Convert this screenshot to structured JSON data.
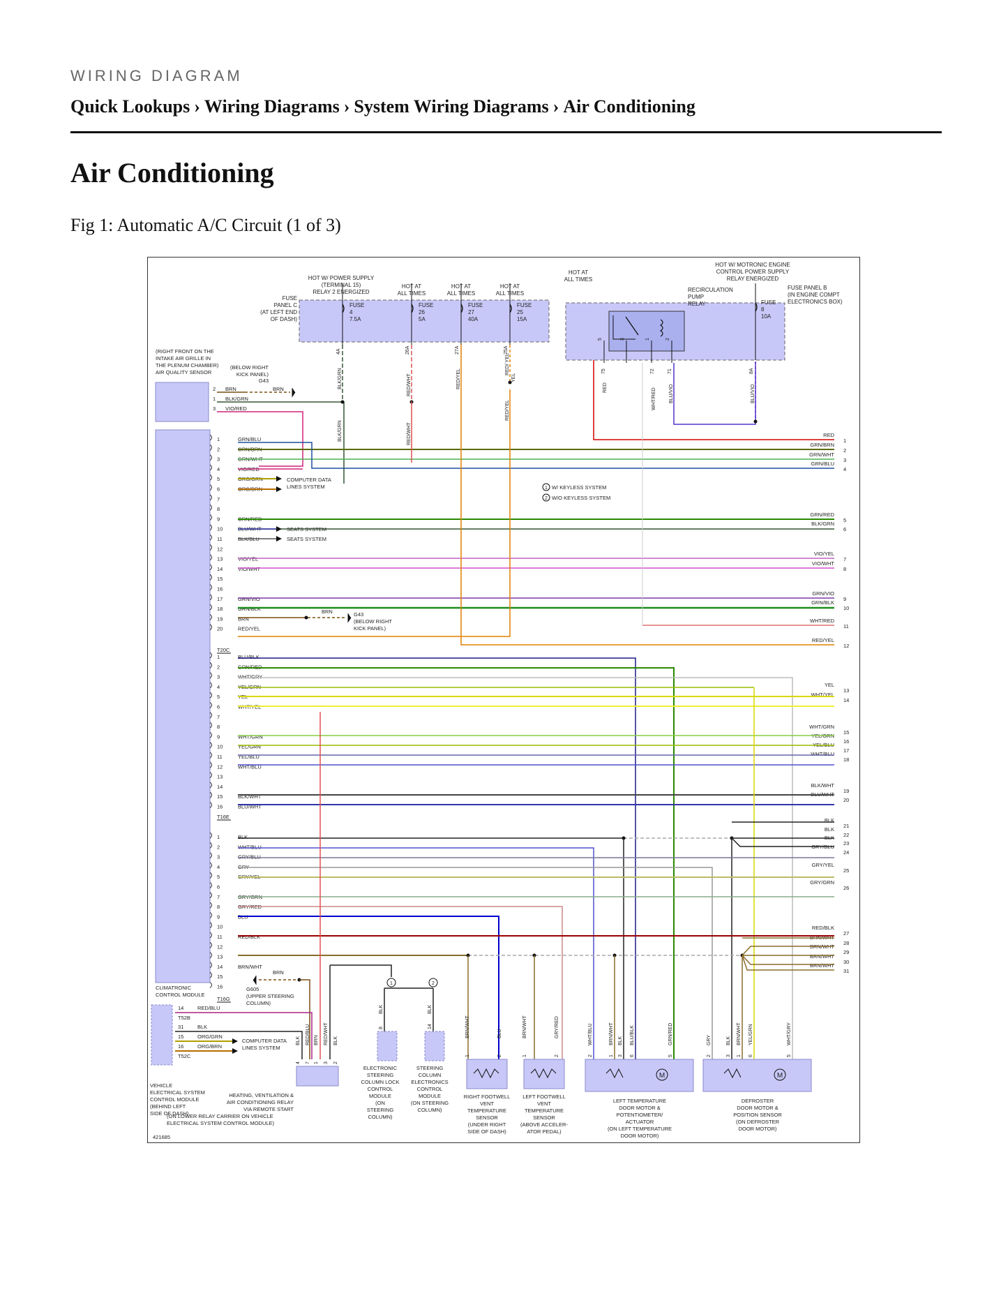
{
  "header": {
    "label": "WIRING DIAGRAM"
  },
  "breadcrumb": [
    {
      "label": "Quick Lookups"
    },
    {
      "label": "Wiring Diagrams"
    },
    {
      "label": "System Wiring Diagrams"
    },
    {
      "label": "Air Conditioning"
    }
  ],
  "breadcrumb_separator": "›",
  "page_title": "Air Conditioning",
  "figure_caption": "Fig 1: Automatic A/C Circuit (1 of 3)",
  "diagram": {
    "id_number": "421685",
    "top_labels": [
      "HOT W/ POWER SUPPLY",
      "(TERMINAL 15)",
      "RELAY 2 ENERGIZED",
      "HOT AT",
      "ALL TIMES",
      "HOT AT",
      "ALL TIMES",
      "HOT AT",
      "ALL TIMES",
      "HOT AT",
      "ALL TIMES",
      "HOT W/ MOTRONIC ENGINE",
      "CONTROL POWER SUPPLY",
      "RELAY ENERGIZED"
    ],
    "fuse_panel_c": [
      "FUSE",
      "PANEL C",
      "(AT LEFT END",
      "OF DASH)"
    ],
    "fuse_panel_b": [
      "FUSE PANEL B",
      "(IN ENGINE COMPT",
      "ELECTRONICS BOX)"
    ],
    "fuses": [
      {
        "name": "FUSE",
        "num": "4",
        "amp": "7.5A"
      },
      {
        "name": "FUSE",
        "num": "26",
        "amp": "5A"
      },
      {
        "name": "FUSE",
        "num": "27",
        "amp": "40A"
      },
      {
        "name": "FUSE",
        "num": "25",
        "amp": "15A"
      },
      {
        "name": "FUSE",
        "num": "8",
        "amp": "10A"
      }
    ],
    "relay": [
      "RECIRCULATION",
      "PUMP",
      "RELAY"
    ],
    "relay_pins": [
      "5",
      "3",
      "1",
      "2"
    ],
    "fuse_c_pins": [
      "4A",
      "26A",
      "27A",
      "25A"
    ],
    "fuse_b_pins": [
      "75",
      "72",
      "71",
      "8A"
    ],
    "top_wire_colors": [
      "BLK/GRN",
      "RED/WHT",
      "RED/YEL",
      "RED/ YEL",
      "BLK/GRN",
      "RED/WHT",
      "RED/YEL",
      "RED",
      "WHT/RED",
      "BLU/VIO",
      "BLU/VIO"
    ],
    "sensor_label": [
      "(RIGHT FRONT ON THE",
      "INTAKE AIR GRILLE IN",
      "THE PLENUM CHAMBER)",
      "AIR QUALITY SENSOR"
    ],
    "sensor_pins": [
      {
        "pin": "2",
        "color": "BRN"
      },
      {
        "pin": "1",
        "color": "BLK/GRN"
      },
      {
        "pin": "3",
        "color": "VIO/RED"
      }
    ],
    "ground_top": [
      "(BELOW RIGHT",
      "KICK PANEL)",
      "G43",
      "BRN"
    ],
    "keyless_notes": [
      "W/ KEYLESS SYSTEM",
      "W/O KEYLESS SYSTEM"
    ],
    "module_rows_a": [
      {
        "pin": "1",
        "color": "GRN/BLU"
      },
      {
        "pin": "2",
        "color": "GRN/BRN"
      },
      {
        "pin": "3",
        "color": "GRN/WHT"
      },
      {
        "pin": "4",
        "color": "VIO/RED"
      },
      {
        "pin": "5",
        "color": "ORG/GRN"
      },
      {
        "pin": "6",
        "color": "ORG/BRN"
      },
      {
        "pin": "7",
        "color": ""
      },
      {
        "pin": "8",
        "color": ""
      },
      {
        "pin": "9",
        "color": "GRN/RED"
      },
      {
        "pin": "10",
        "color": "BLU/WHT"
      },
      {
        "pin": "11",
        "color": "BLK/BLU"
      },
      {
        "pin": "12",
        "color": ""
      },
      {
        "pin": "13",
        "color": "VIO/YEL"
      },
      {
        "pin": "14",
        "color": "VIO/WHT"
      },
      {
        "pin": "15",
        "color": ""
      },
      {
        "pin": "16",
        "color": ""
      },
      {
        "pin": "17",
        "color": "GRN/VIO"
      },
      {
        "pin": "18",
        "color": "GRN/BLK"
      },
      {
        "pin": "19",
        "color": "BRN"
      },
      {
        "pin": "20",
        "color": "RED/YEL"
      }
    ],
    "connector_a": "T20C",
    "module_rows_b": [
      {
        "pin": "1",
        "color": "BLU/BLK"
      },
      {
        "pin": "2",
        "color": "GRN/RED"
      },
      {
        "pin": "3",
        "color": "WHT/GRY"
      },
      {
        "pin": "4",
        "color": "YEL/GRN"
      },
      {
        "pin": "5",
        "color": "YEL"
      },
      {
        "pin": "6",
        "color": "WHT/YEL"
      },
      {
        "pin": "7",
        "color": ""
      },
      {
        "pin": "8",
        "color": ""
      },
      {
        "pin": "9",
        "color": "WHT/GRN"
      },
      {
        "pin": "10",
        "color": "YEL/GRN"
      },
      {
        "pin": "11",
        "color": "YEL/BLU"
      },
      {
        "pin": "12",
        "color": "WHT/BLU"
      },
      {
        "pin": "13",
        "color": ""
      },
      {
        "pin": "14",
        "color": ""
      },
      {
        "pin": "15",
        "color": "BLK/WHT"
      },
      {
        "pin": "16",
        "color": "BLU/WHT"
      }
    ],
    "connector_b": "T16E",
    "module_rows_c": [
      {
        "pin": "1",
        "color": "BLK"
      },
      {
        "pin": "2",
        "color": "WHT/BLU"
      },
      {
        "pin": "3",
        "color": "GRY/BLU"
      },
      {
        "pin": "4",
        "color": "GRY"
      },
      {
        "pin": "5",
        "color": "GRY/YEL"
      },
      {
        "pin": "6",
        "color": ""
      },
      {
        "pin": "7",
        "color": "GRY/GRN"
      },
      {
        "pin": "8",
        "color": "GRY/RED"
      },
      {
        "pin": "9",
        "color": "BLU"
      },
      {
        "pin": "10",
        "color": ""
      },
      {
        "pin": "11",
        "color": "RED/BLK"
      },
      {
        "pin": "12",
        "color": ""
      },
      {
        "pin": "13",
        "color": ""
      },
      {
        "pin": "14",
        "color": "BRN/WHT"
      },
      {
        "pin": "15",
        "color": ""
      },
      {
        "pin": "16",
        "color": ""
      }
    ],
    "connector_c": "T16G",
    "system_labels": [
      "COMPUTER DATA",
      "LINES SYSTEM",
      "SEATS SYSTEM",
      "SEATS SYSTEM"
    ],
    "ground_mid": [
      "BRN",
      "G43",
      "(BELOW RIGHT",
      "KICK PANEL)"
    ],
    "ground_bottom": [
      "BRN",
      "G605",
      "(UPPER STEERING",
      "COLUMN)"
    ],
    "right_refs": [
      {
        "color": "RED",
        "n": "1"
      },
      {
        "color": "GRN/BRN",
        "n": "2"
      },
      {
        "color": "GRN/WHT",
        "n": "3"
      },
      {
        "color": "GRN/BLU",
        "n": "4"
      },
      {
        "color": "GRN/RED",
        "n": "5"
      },
      {
        "color": "BLK/GRN",
        "n": "6"
      },
      {
        "color": "VIO/YEL",
        "n": "7"
      },
      {
        "color": "VIO/WHT",
        "n": "8"
      },
      {
        "color": "GRN/VIO",
        "n": "9"
      },
      {
        "color": "GRN/BLK",
        "n": "10"
      },
      {
        "color": "WHT/RED",
        "n": "11"
      },
      {
        "color": "RED/YEL",
        "n": "12"
      },
      {
        "color": "YEL",
        "n": "13"
      },
      {
        "color": "WHT/YEL",
        "n": "14"
      },
      {
        "color": "WHT/GRN",
        "n": "15"
      },
      {
        "color": "YEL/GRN",
        "n": "16"
      },
      {
        "color": "YEL/BLU",
        "n": "17"
      },
      {
        "color": "WHT/BLU",
        "n": "18"
      },
      {
        "color": "BLK/WHT",
        "n": "19"
      },
      {
        "color": "BLU/WHT",
        "n": "20"
      },
      {
        "color": "BLK",
        "n": "21"
      },
      {
        "color": "BLK",
        "n": "22"
      },
      {
        "color": "BLK",
        "n": "23"
      },
      {
        "color": "GRY/BLU",
        "n": "24"
      },
      {
        "color": "GRY/YEL",
        "n": "25"
      },
      {
        "color": "GRY/GRN",
        "n": "26"
      },
      {
        "color": "RED/BLK",
        "n": "27"
      },
      {
        "color": "BRN/WHT",
        "n": "28"
      },
      {
        "color": "BRN/WHT",
        "n": "29"
      },
      {
        "color": "BRN/WHT",
        "n": "30"
      },
      {
        "color": "BRN/WHT",
        "n": "31"
      }
    ],
    "climatronic": [
      "CLIMATRONIC",
      "CONTROL MODULE"
    ],
    "vehicle_module": [
      "VEHICLE",
      "ELECTRICAL SYSTEM",
      "CONTROL MODULE",
      "(BEHIND LEFT",
      "SIDE OF DASH)"
    ],
    "vehicle_rows": [
      {
        "pin": "14",
        "color": "RED/BLU"
      },
      {
        "pin": "31",
        "color": "BLK"
      },
      {
        "pin": "15",
        "color": "ORG/GRN"
      },
      {
        "pin": "16",
        "color": "ORG/BRN"
      }
    ],
    "vehicle_connectors": [
      "T52B",
      "T52C"
    ],
    "hvac_relay": [
      "HEATING, VENTILATION &",
      "AIR CONDITIONING RELAY",
      "VIA REMOTE START",
      "(ON LOWER RELAY CARRIER ON VEHICLE",
      "ELECTRICAL SYSTEM CONTROL MODULE)"
    ],
    "hvac_relay_pins": [
      {
        "pin": "4",
        "color": "BLK"
      },
      {
        "pin": "7",
        "color": "RED/BLU"
      },
      {
        "pin": "1",
        "color": "BRN"
      },
      {
        "pin": "3",
        "color": "RED/WHT"
      },
      {
        "pin": "2",
        "color": "BLK"
      }
    ],
    "steering_lock": [
      "ELECTRONIC",
      "STEERING",
      "COLUMN LOCK",
      "CONTROL",
      "MODULE",
      "(ON",
      "STEERING",
      "COLUMN)"
    ],
    "steering_electronics": [
      "STEERING",
      "COLUMN",
      "ELECTRONICS",
      "CONTROL",
      "MODULE",
      "(ON STEERING",
      "COLUMN)"
    ],
    "steering_pins": [
      {
        "pin": "8",
        "color": "BLK"
      },
      {
        "pin": "14",
        "color": "BLK"
      }
    ],
    "right_footwell": [
      "RIGHT FOOTWELL",
      "VENT",
      "TEMPERATURE",
      "SENSOR",
      "(UNDER RIGHT",
      "SIDE OF DASH)"
    ],
    "right_footwell_pins": [
      {
        "pin": "1",
        "color": "BRN/WHT"
      },
      {
        "pin": "2",
        "color": "BLU"
      }
    ],
    "left_footwell": [
      "LEFT FOOTWELL",
      "VENT",
      "TEMPERATURE",
      "SENSOR",
      "(ABOVE ACCELER-",
      "ATOR PEDAL)"
    ],
    "left_footwell_pins": [
      {
        "pin": "1",
        "color": "BRN/WHT"
      },
      {
        "pin": "2",
        "color": "GRY/RED"
      }
    ],
    "left_temp_motor": [
      "LEFT TEMPERATURE",
      "DOOR MOTOR &",
      "POTENTIOMETER/",
      "ACTUATOR",
      "(ON LEFT TEMPERATURE",
      "DOOR MOTOR)"
    ],
    "left_temp_pins": [
      {
        "pin": "2",
        "color": "WHT/BLU"
      },
      {
        "pin": "1",
        "color": "BRN/WHT"
      },
      {
        "pin": "3",
        "color": "BLK"
      },
      {
        "pin": "6",
        "color": "BLU/BLK"
      },
      {
        "pin": "5",
        "color": "GRN/RED"
      }
    ],
    "defroster_motor": [
      "DEFROSTER",
      "DOOR MOTOR &",
      "POSITION SENSOR",
      "(ON DEFROSTER",
      "DOOR MOTOR)"
    ],
    "defroster_pins": [
      {
        "pin": "2",
        "color": "GRY"
      },
      {
        "pin": "3",
        "color": "BLK"
      },
      {
        "pin": "1",
        "color": "BRN/WHT"
      },
      {
        "pin": "6",
        "color": "YEL/GRN"
      },
      {
        "pin": "5",
        "color": "WHT/GRY"
      }
    ],
    "motor_glyph": "M",
    "circle_labels": [
      "1",
      "2"
    ]
  },
  "wire_hex": {
    "RED": "#d40000",
    "GRN/BRN": "#5a6b00",
    "GRN/WHT": "#4caf50",
    "GRN/BLU": "#1f4e9e",
    "GRN/RED": "#2a8a00",
    "BLK/GRN": "#335533",
    "VIO/YEL": "#c060c0",
    "VIO/WHT": "#d050d0",
    "GRN/VIO": "#7a3aa8",
    "GRN/BLK": "#1e8a1e",
    "WHT/RED": "#e07070",
    "RED/YEL": "#e08000",
    "YEL": "#d8d800",
    "WHT/YEL": "#eeee30",
    "WHT/GRN": "#88cc44",
    "YEL/GRN": "#99bb00",
    "YEL/BLU": "#6666aa",
    "WHT/BLU": "#5050d0",
    "BLK/WHT": "#444444",
    "BLU/WHT": "#3333aa",
    "BLK": "#222222",
    "GRY/BLU": "#777799",
    "GRY/YEL": "#bbbb66",
    "GRY/GRN": "#88aa88",
    "RED/BLK": "#990000",
    "BRN/WHT": "#8a6d2a",
    "BLU/BLK": "#1a1a88",
    "WHT/GRY": "#bbbbbb",
    "GRY/RED": "#cc8888",
    "RED/WHT": "#e05050",
    "BLU": "#0000cc",
    "GRY": "#999999",
    "BRN": "#7a4e12",
    "VIO/RED": "#d0207a",
    "ORG/GRN": "#b0a000",
    "ORG/BRN": "#b86b00",
    "BLU/VIO": "#5533cc",
    "RED/BLU": "#aa2288",
    "WHT": "#cccccc",
    "module_fill": "#c8c8f8",
    "module_stroke": "#8888cc",
    "text": "#222222"
  }
}
